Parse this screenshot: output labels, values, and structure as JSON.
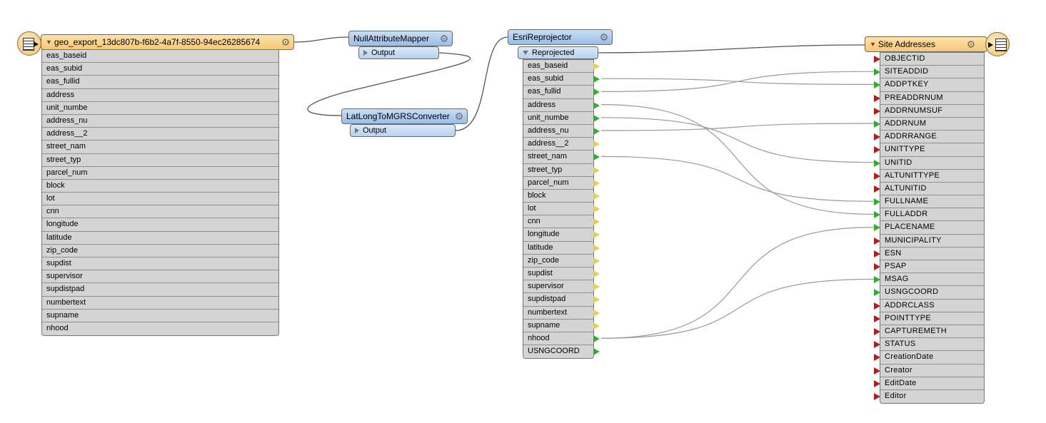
{
  "reader": {
    "title": "geo_export_13dc807b-f6b2-4a7f-8550-94ec26285674",
    "icon": "table-reader-icon",
    "attributes": [
      "eas_baseid",
      "eas_subid",
      "eas_fullid",
      "address",
      "unit_numbe",
      "address_nu",
      "address__2",
      "street_nam",
      "street_typ",
      "parcel_num",
      "block",
      "lot",
      "cnn",
      "longitude",
      "latitude",
      "zip_code",
      "supdist",
      "supervisor",
      "supdistpad",
      "numbertext",
      "supname",
      "nhood"
    ]
  },
  "null_mapper": {
    "title": "NullAttributeMapper",
    "port": "Output"
  },
  "mgrs": {
    "title": "LatLongToMGRSConverter",
    "port": "Output"
  },
  "reprojector": {
    "title": "EsriReprojector",
    "port": "Reprojected",
    "attributes": [
      "eas_baseid",
      "eas_subid",
      "eas_fullid",
      "address",
      "unit_numbe",
      "address_nu",
      "address__2",
      "street_nam",
      "street_typ",
      "parcel_num",
      "block",
      "lot",
      "cnn",
      "longitude",
      "latitude",
      "zip_code",
      "supdist",
      "supervisor",
      "supdistpad",
      "numbertext",
      "supname",
      "nhood",
      "USNGCOORD"
    ],
    "connected": [
      "eas_subid",
      "eas_fullid",
      "address",
      "unit_numbe",
      "address_nu",
      "street_nam",
      "nhood",
      "USNGCOORD"
    ]
  },
  "writer": {
    "title": "Site Addresses",
    "icon": "table-writer-icon",
    "attributes": [
      "OBJECTID",
      "SITEADDID",
      "ADDPTKEY",
      "PREADDRNUM",
      "ADDRNUMSUF",
      "ADDRNUM",
      "ADDRRANGE",
      "UNITTYPE",
      "UNITID",
      "ALTUNITTYPE",
      "ALTUNITID",
      "FULLNAME",
      "FULLADDR",
      "PLACENAME",
      "MUNICIPALITY",
      "ESN",
      "PSAP",
      "MSAG",
      "USNGCOORD",
      "ADDRCLASS",
      "POINTTYPE",
      "CAPTUREMETH",
      "STATUS",
      "CreationDate",
      "Creator",
      "EditDate",
      "Editor"
    ],
    "connected": [
      "SITEADDID",
      "ADDPTKEY",
      "ADDRNUM",
      "UNITID",
      "FULLNAME",
      "FULLADDR",
      "PLACENAME",
      "MSAG",
      "USNGCOORD"
    ]
  },
  "links": [
    [
      "eas_subid",
      "ADDPTKEY"
    ],
    [
      "eas_fullid",
      "SITEADDID"
    ],
    [
      "address",
      "FULLADDR"
    ],
    [
      "unit_numbe",
      "UNITID"
    ],
    [
      "address_nu",
      "ADDRNUM"
    ],
    [
      "street_nam",
      "FULLNAME"
    ],
    [
      "nhood",
      "PLACENAME"
    ],
    [
      "nhood",
      "MSAG"
    ]
  ],
  "colors": {
    "reader_header": "#f6c878",
    "transformer_header": "#98bde8",
    "connected_port": "#2fae2f",
    "unconnected_output": "#e2d24a",
    "unconnected_input": "#b31d1d"
  }
}
